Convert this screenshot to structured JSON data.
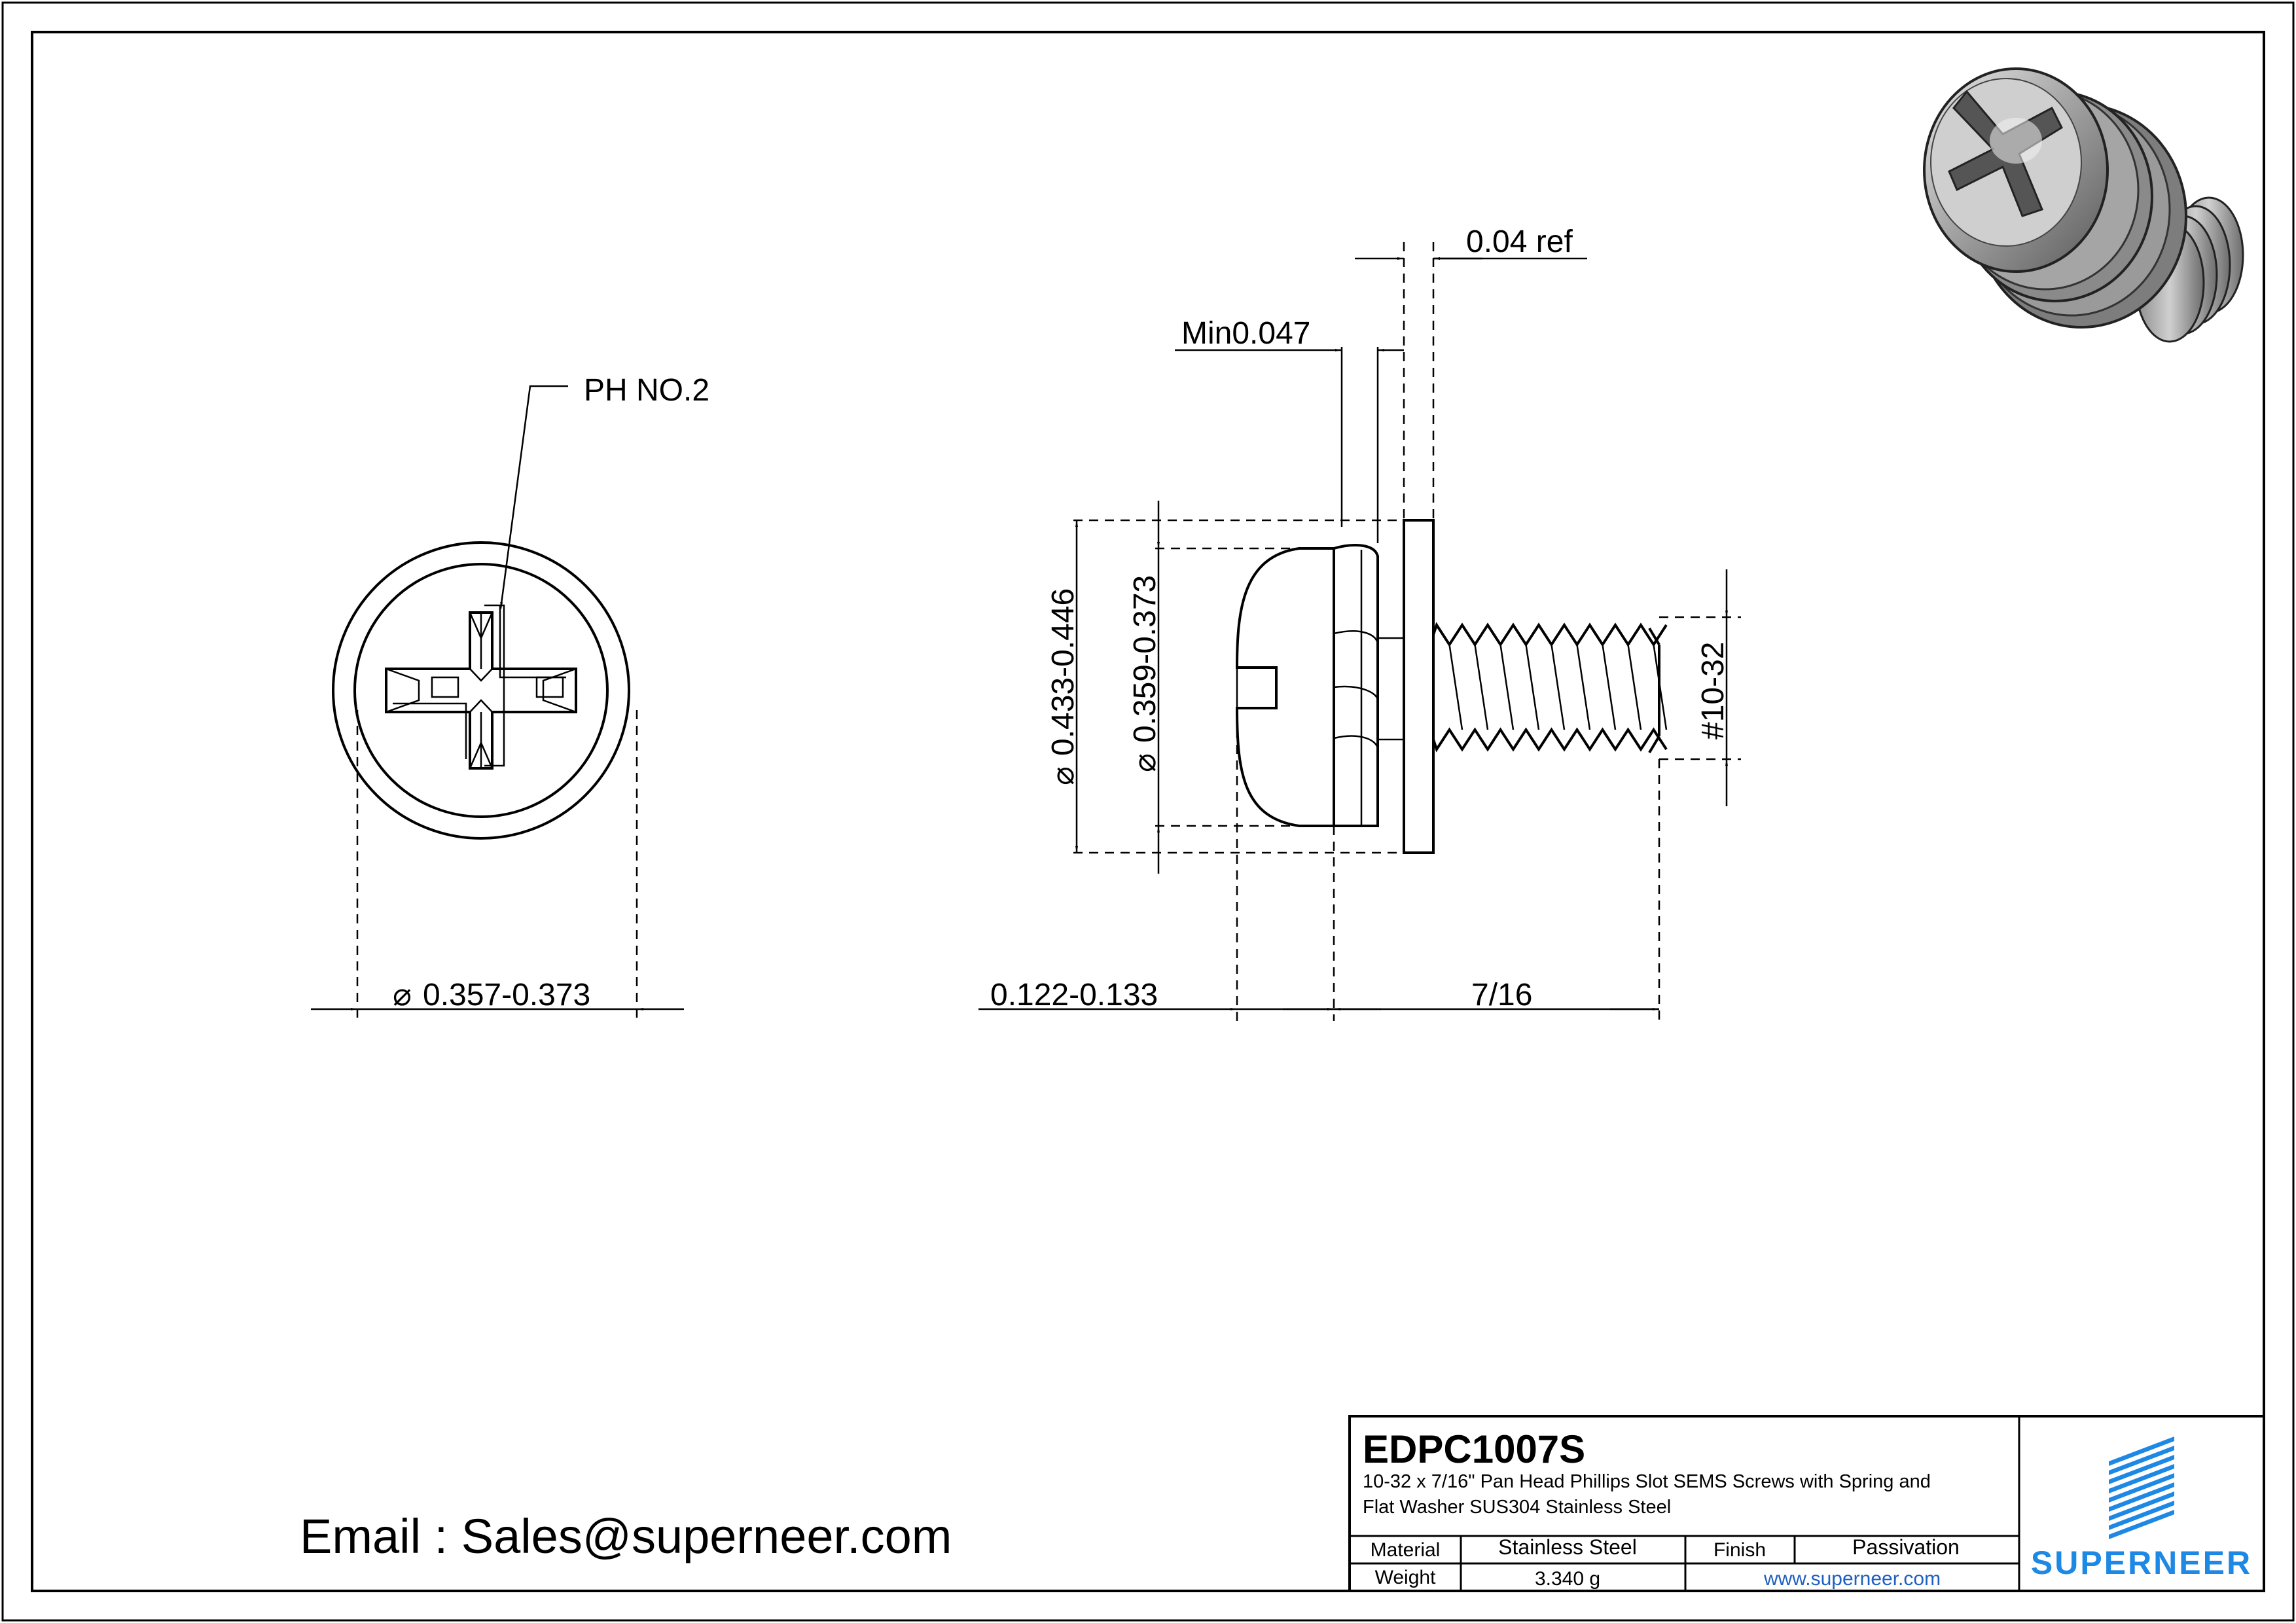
{
  "callouts": {
    "drive_type": "PH NO.2",
    "head_diameter": "0.357-0.373",
    "washer_thickness_ref": "0.04 ref",
    "spring_washer_min": "Min0.047",
    "flat_washer_diameter": "0.433-0.446",
    "spring_washer_diameter": "0.359-0.373",
    "thread_size": "#10-32",
    "head_height": "0.122-0.133",
    "length": "7/16"
  },
  "contact": {
    "email": "Email : Sales@superneer.com"
  },
  "title_block": {
    "part_number": "EDPC1007S",
    "description_line1": "10-32 x 7/16\" Pan Head Phillips Slot SEMS Screws with Spring and",
    "description_line2": "Flat Washer SUS304 Stainless Steel",
    "material_label": "Material",
    "material_value": "Stainless Steel",
    "finish_label": "Finish",
    "finish_value": "Passivation",
    "weight_label": "Weight",
    "weight_value": "3.340 g",
    "website": "www.superneer.com",
    "brand": "SUPERNEER"
  },
  "colors": {
    "brand_blue": "#1e88e5",
    "link_blue": "#1f5fbf",
    "line": "#000000"
  },
  "icons": {
    "diameter_symbol": "⌀",
    "logo": "superneer-stripes-logo"
  }
}
